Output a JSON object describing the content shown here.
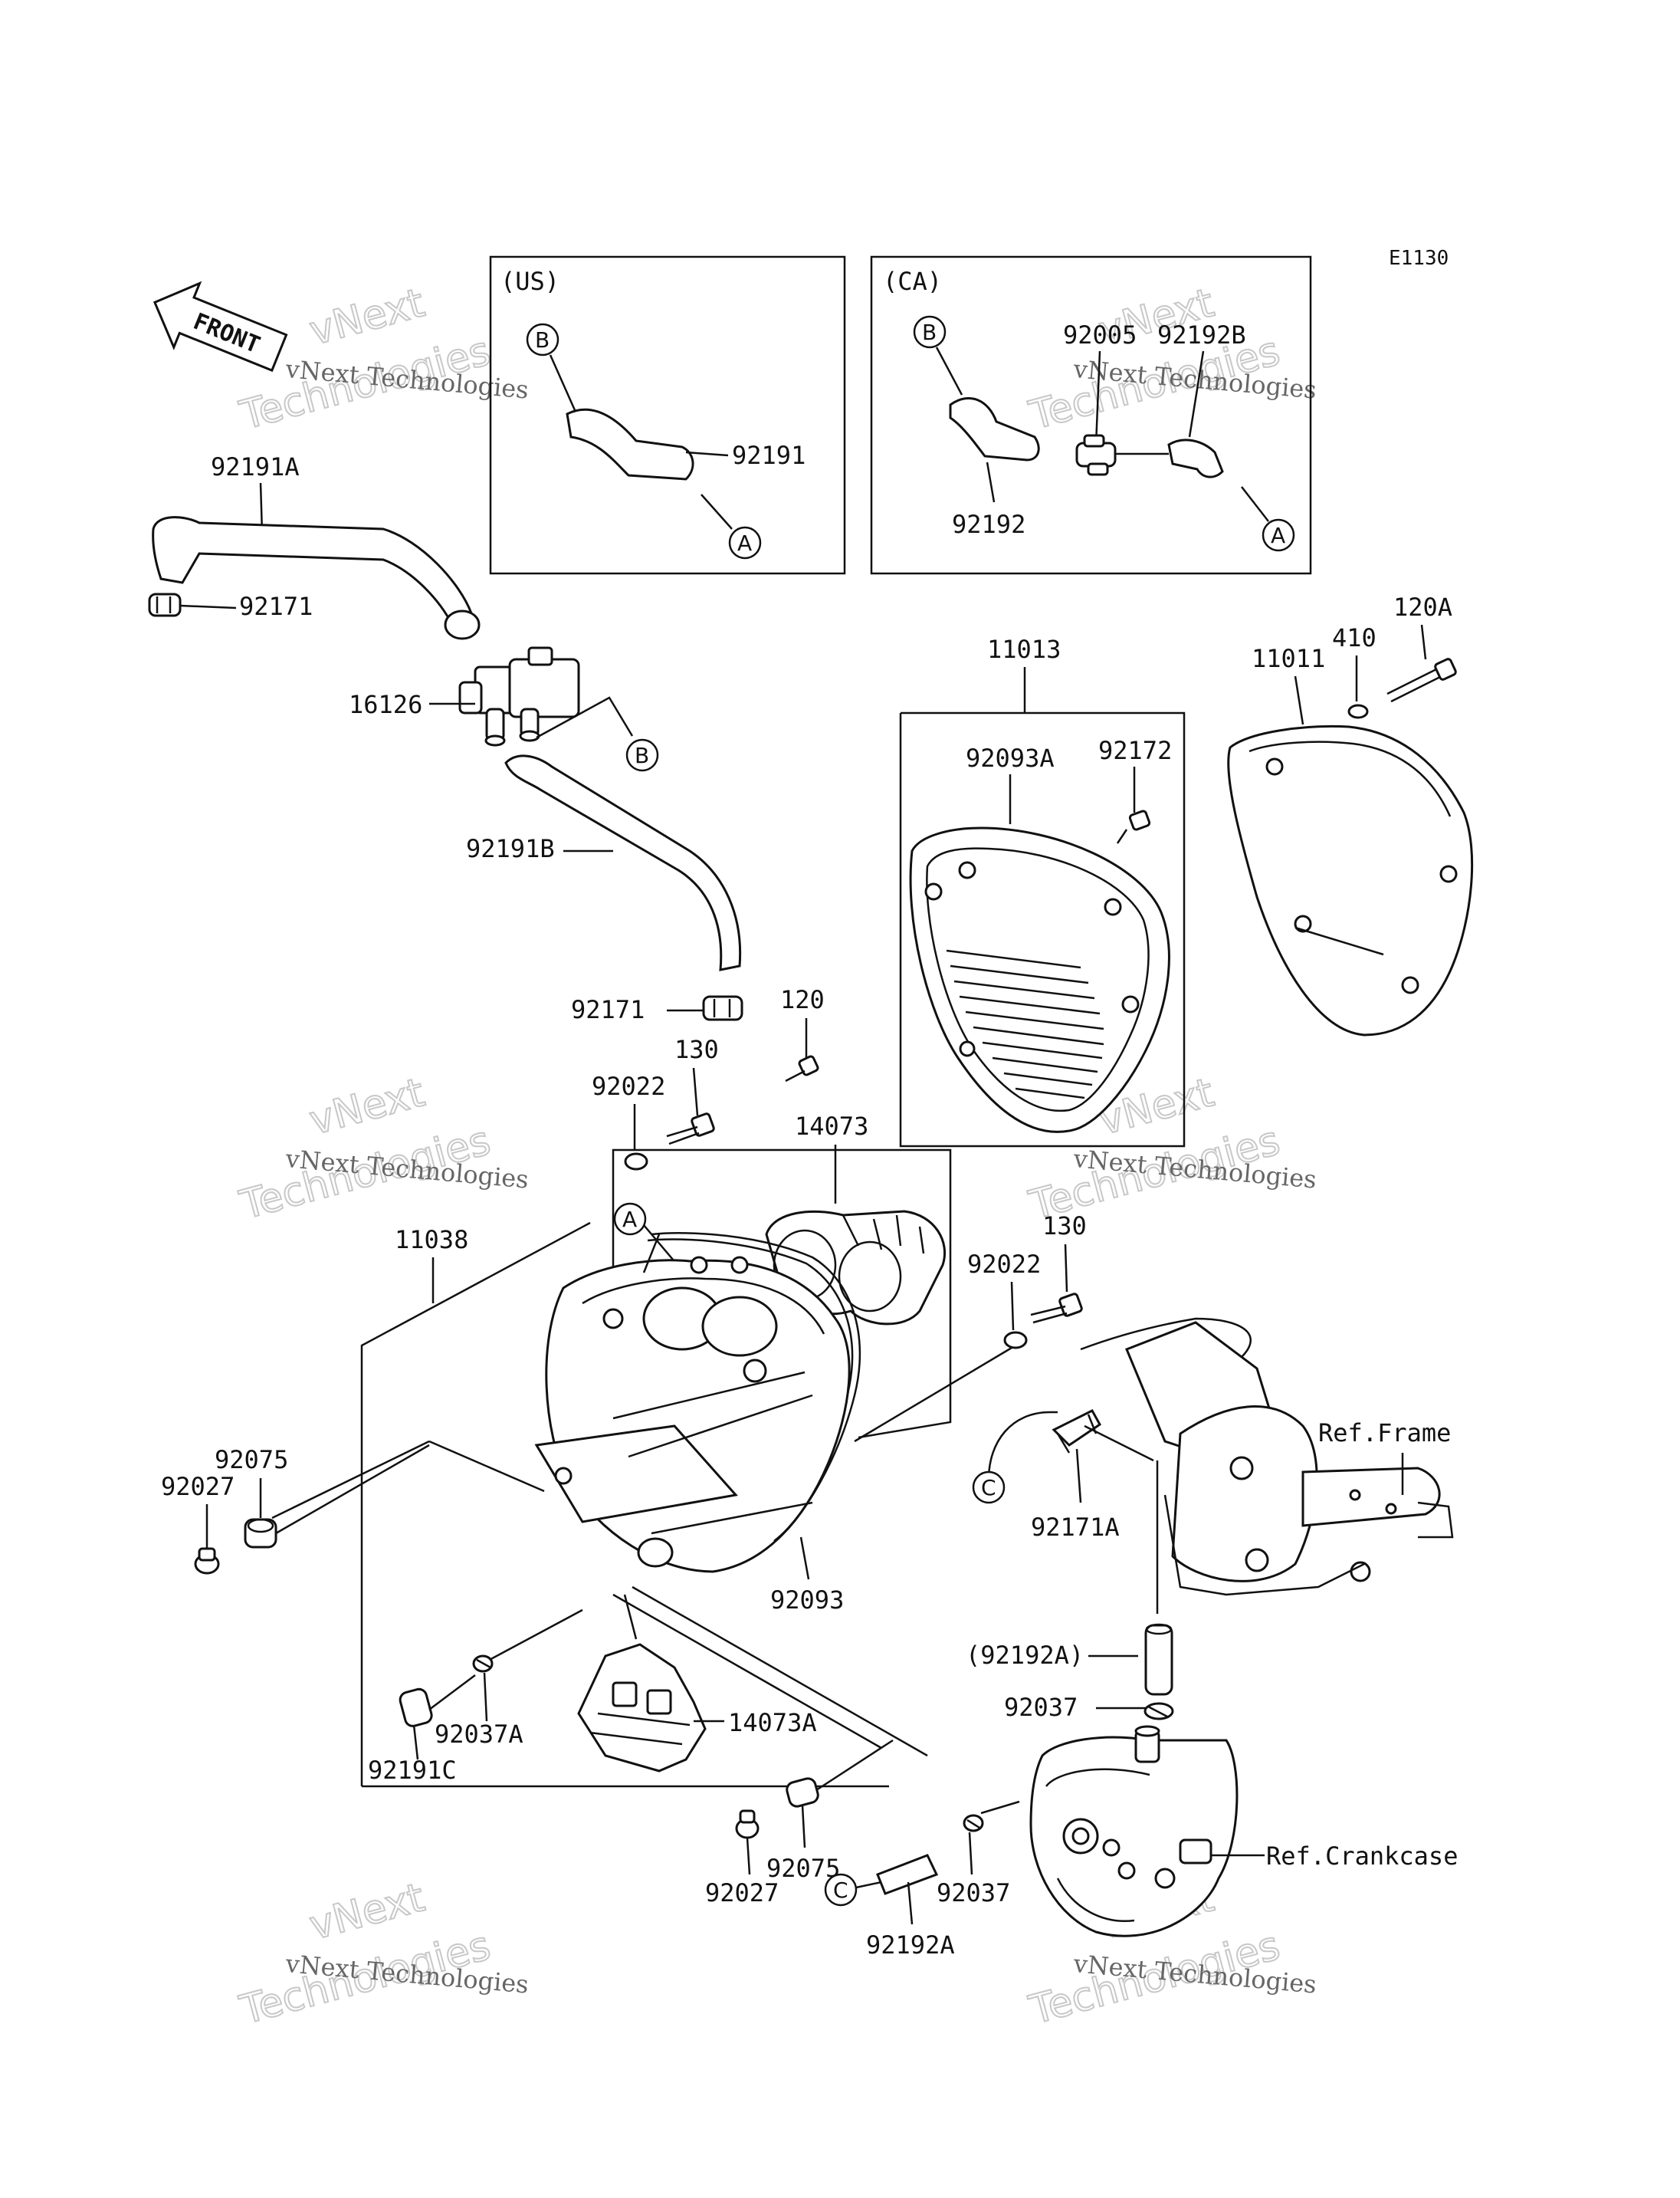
{
  "diagram_code": "E1130",
  "front_label": "FRONT",
  "variants": {
    "us": "(US)",
    "ca": "(CA)"
  },
  "watermark": {
    "brand": "vNext",
    "text": "Technologies",
    "company": "vNext Technologies"
  },
  "refs": {
    "frame": "Ref.Frame",
    "crankcase": "Ref.Crankcase"
  },
  "connectors": {
    "a": "A",
    "b": "B",
    "c": "C"
  },
  "labels": {
    "p92191": "92191",
    "p92192": "92192",
    "p92005": "92005",
    "p92192b": "92192B",
    "p92191a": "92191A",
    "p92171": "92171",
    "p16126": "16126",
    "p92191b": "92191B",
    "p92171b": "92171",
    "p11013": "11013",
    "p92093a": "92093A",
    "p92172": "92172",
    "p11011": "11011",
    "p410": "410",
    "p120a": "120A",
    "p120": "120",
    "p130": "130",
    "p92022": "92022",
    "p14073": "14073",
    "p11038": "11038",
    "p92022b": "92022",
    "p130b": "130",
    "p92075": "92075",
    "p92027": "92027",
    "p92093": "92093",
    "p92171a": "92171A",
    "p92192a_paren": "(92192A)",
    "p92037": "92037",
    "p92037a": "92037A",
    "p14073a": "14073A",
    "p92191c": "92191C",
    "p92075b": "92075",
    "p92027b": "92027",
    "p92192a": "92192A",
    "p92037b": "92037"
  }
}
